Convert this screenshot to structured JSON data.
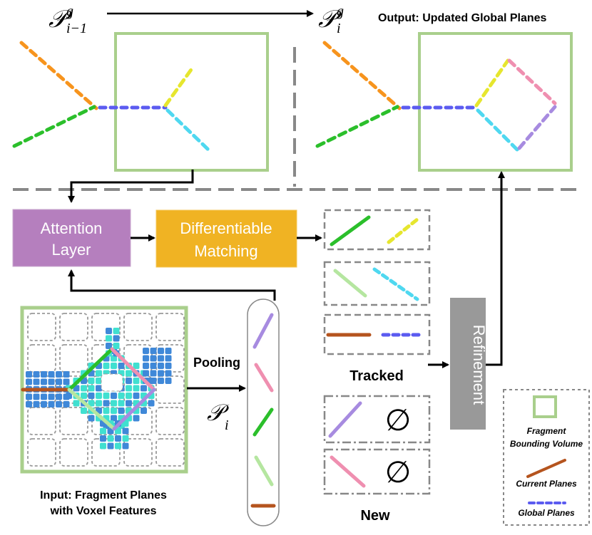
{
  "math": {
    "prev_symbol": "𝒫",
    "prev_sup": "g",
    "prev_sub": "i−1",
    "curr_symbol": "𝒫",
    "curr_sup": "g",
    "curr_sub": "i",
    "pool_symbol": "𝒫",
    "pool_sub": "i"
  },
  "labels": {
    "output_title": "Output: Updated Global Planes",
    "attention_line1": "Attention",
    "attention_line2": "Layer",
    "matching_line1": "Differentiable",
    "matching_line2": "Matching",
    "refinement": "Refinement",
    "pooling": "Pooling",
    "tracked": "Tracked",
    "new": "New",
    "input_line1": "Input: Fragment Planes",
    "input_line2": "with Voxel Features",
    "empty_set": "∅"
  },
  "legend": {
    "fragment_line1": "Fragment",
    "fragment_line2": "Bounding Volume",
    "current": "Current Planes",
    "global": "Global Planes"
  },
  "colors": {
    "attention": "#b57fbe",
    "matching": "#f0b323",
    "refinement": "#999999",
    "fragment_box": "#a9cf8c",
    "orange": "#f7941d",
    "green": "#2bbf2b",
    "blue_dash": "#5b5bf0",
    "yellow": "#e6e62e",
    "cyan": "#4fd8f0",
    "pink": "#ef8fb0",
    "purple": "#a78be0",
    "light_green": "#b5e6a0",
    "brown": "#b5541e",
    "voxel_blue": "#3f88d8",
    "voxel_cyan": "#40e0d0"
  }
}
